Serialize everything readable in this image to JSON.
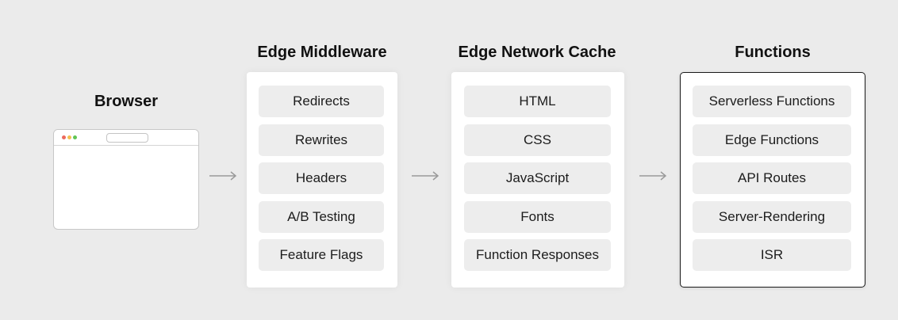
{
  "browser": {
    "title": "Browser",
    "dot_colors": [
      "#ec6a5e",
      "#f4bf4f",
      "#61c554"
    ]
  },
  "arrow_color": "#9a9a9a",
  "columns": [
    {
      "title": "Edge Middleware",
      "items": [
        "Redirects",
        "Rewrites",
        "Headers",
        "A/B Testing",
        "Feature Flags"
      ]
    },
    {
      "title": "Edge Network Cache",
      "items": [
        "HTML",
        "CSS",
        "JavaScript",
        "Fonts",
        "Function Responses"
      ]
    },
    {
      "title": "Functions",
      "highlighted": true,
      "items": [
        "Serverless Functions",
        "Edge Functions",
        "API Routes",
        "Server-Rendering",
        "ISR"
      ]
    }
  ]
}
